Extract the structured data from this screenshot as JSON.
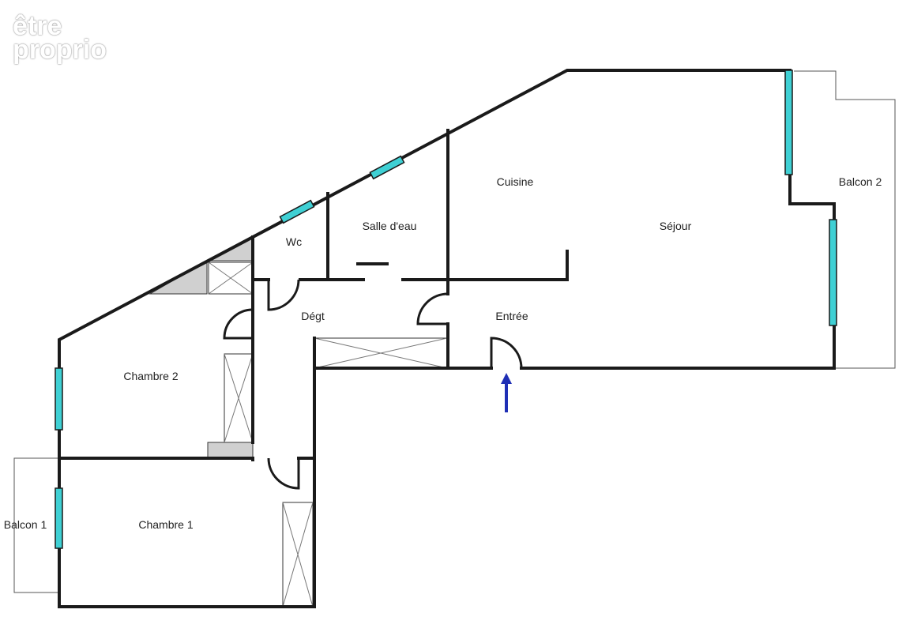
{
  "logo": {
    "line1": "être",
    "line2": "proprio"
  },
  "rooms": {
    "cuisine": "Cuisine",
    "sejour": "Séjour",
    "balcon2": "Balcon 2",
    "salle_deau": "Salle d'eau",
    "wc": "Wc",
    "degt": "Dégt",
    "entree": "Entrée",
    "chambre2": "Chambre 2",
    "chambre1": "Chambre 1",
    "balcon1": "Balcon 1"
  },
  "colors": {
    "wall": "#1a1a1a",
    "window": "#3fd0d4",
    "entry_arrow": "#1f2fb5",
    "closet_gray": "#d0d0d0"
  },
  "icons": {
    "entry_marker": "entry-arrow-icon"
  }
}
